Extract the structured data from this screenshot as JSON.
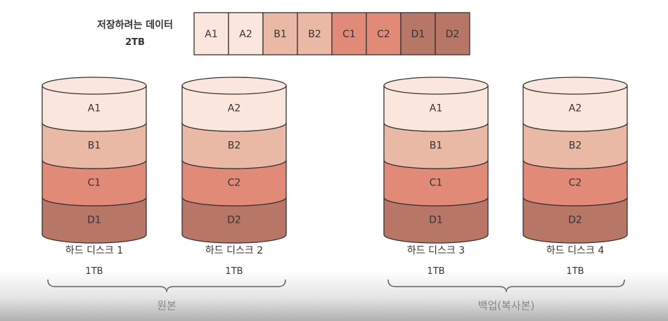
{
  "header": {
    "label_line1": "저장하려는 데이터",
    "label_line2": "2TB"
  },
  "blocks": [
    "A1",
    "A2",
    "B1",
    "B2",
    "C1",
    "C2",
    "D1",
    "D2"
  ],
  "colors": {
    "A": "#fbe6dd",
    "B": "#eab9a5",
    "C": "#e28a78",
    "D": "#b87667",
    "stroke": "#333333"
  },
  "disks": [
    {
      "name": "하드 디스크 1",
      "size": "1TB",
      "layers": [
        "A1",
        "B1",
        "C1",
        "D1"
      ]
    },
    {
      "name": "하드 디스크 2",
      "size": "1TB",
      "layers": [
        "A2",
        "B2",
        "C2",
        "D2"
      ]
    },
    {
      "name": "하드 디스크 3",
      "size": "1TB",
      "layers": [
        "A1",
        "B1",
        "C1",
        "D1"
      ]
    },
    {
      "name": "하드 디스크 4",
      "size": "1TB",
      "layers": [
        "A2",
        "B2",
        "C2",
        "D2"
      ]
    }
  ],
  "groups": [
    {
      "label": "원본"
    },
    {
      "label": "백업(복사본)"
    }
  ]
}
